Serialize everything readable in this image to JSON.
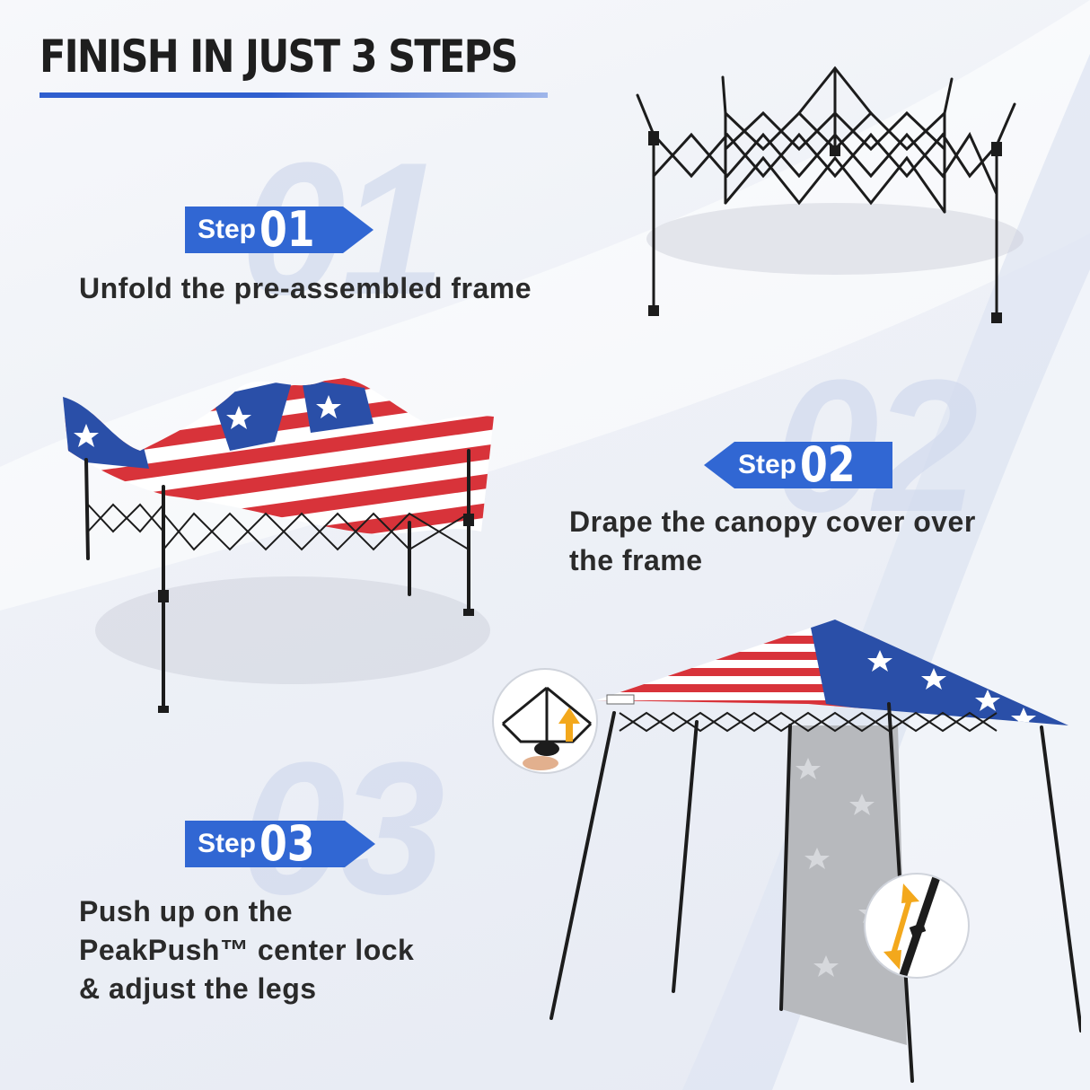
{
  "title": "FINISH IN JUST 3 STEPS",
  "steps": [
    {
      "word": "Step",
      "number": "01",
      "watermark": "01",
      "description": "Unfold the pre-assembled frame"
    },
    {
      "word": "Step",
      "number": "02",
      "watermark": "02",
      "description_lines": [
        "Drape the canopy cover over",
        "the frame"
      ]
    },
    {
      "word": "Step",
      "number": "03",
      "watermark": "03",
      "description_lines": [
        "Push up on the",
        "PeakPush™ center lock",
        "& adjust the legs"
      ]
    }
  ],
  "colors": {
    "accent": "#3167d3",
    "title_text": "#1e1e1e",
    "body_text": "#2a2a2a",
    "watermark": "#d3dbee",
    "flag_red": "#d8333a",
    "flag_blue": "#2a4fa8",
    "frame": "#1c1c1c",
    "sidewall": "#b7b9bd",
    "arrow": "#f3a81c"
  },
  "icons": [
    "arrow-up-icon",
    "double-arrow-icon"
  ]
}
